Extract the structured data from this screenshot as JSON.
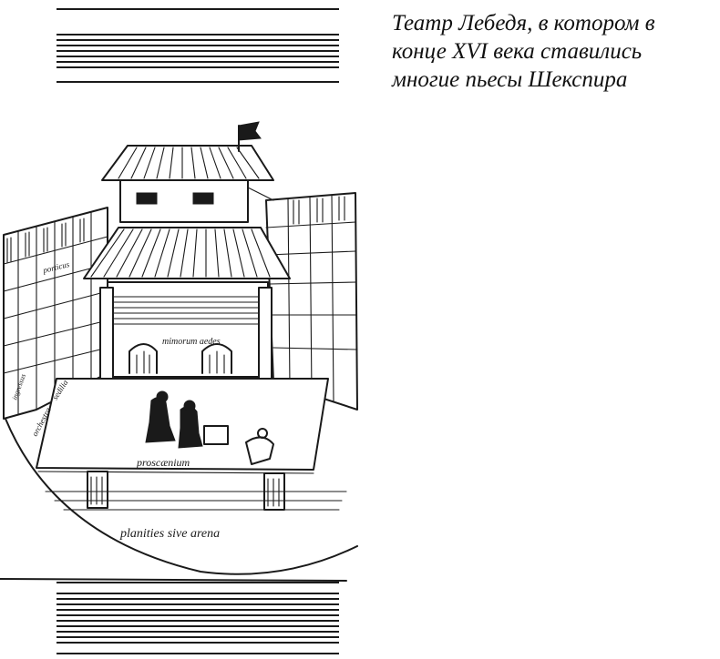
{
  "caption": {
    "lines": [
      "Театр Лебедя, в котором в",
      "конце XVI века ставились",
      "многие пьесы Шекспира"
    ]
  },
  "illustration": {
    "subject": "swan-theatre-drawing",
    "inscriptions": {
      "mimorum_aedes": "mimorum aedes",
      "proscaenium": "proscænium",
      "planities": "planities sive arena",
      "orchestra": "orchestra",
      "sedilia": "sedilia",
      "porticus": "porticus",
      "ingressus": "ingressus"
    }
  },
  "colors": {
    "ink": "#1a1a1a",
    "paper": "#ffffff"
  }
}
